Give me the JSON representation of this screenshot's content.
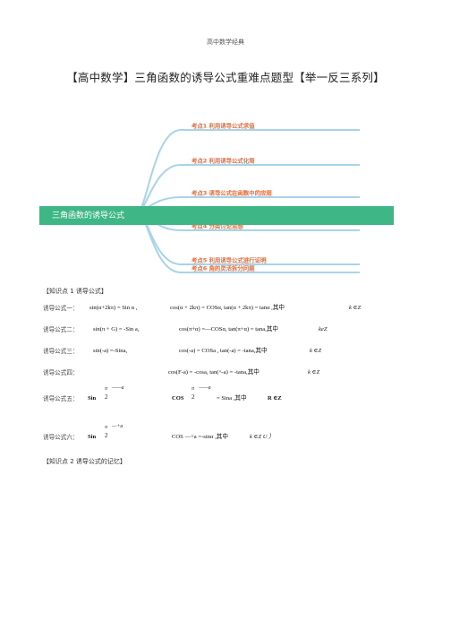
{
  "header": {
    "text": "高中数学经典"
  },
  "title": {
    "text": "【高中数学】三角函数的诱导公式重难点题型【举一反三系列】"
  },
  "mindmap": {
    "root": "三角函数的诱导公式",
    "branch_color": "#a7d4e8",
    "root_color": "#3fb685",
    "label_color": "#e86b3a",
    "branches": [
      "考点1 利用诱导公式求值",
      "考点2 利用诱导公式化简",
      "考点3 诱导公式在函数中的应用",
      "考点4 分类讨论思想",
      "考点5 利用诱导公式进行证明",
      "考点6 角的灵活拆分问题"
    ]
  },
  "section1": {
    "title": "【知识点 1 诱导公式】"
  },
  "formulas": {
    "f1": {
      "label": "诱导公式一：",
      "a": "sin(α+2kπ) = Sin α ,",
      "b": "cos(α + 2kπ) = COSα, tan(α + 2kπ) = tanα ,其中",
      "c": "k ∈Z"
    },
    "f2": {
      "label": "诱导公式二：",
      "a": "sin(π + G) = -Sin a,",
      "b": "cos(π+α) =—COSα, tan(π+α) = tana,其中",
      "c": "keZ"
    },
    "f3": {
      "label": "诱导公式三：",
      "a": "sin(-a) =-Sina,",
      "b": "cos(-a) = COSa , tan(-a) = -tana,其中",
      "c": "k ∈Z"
    },
    "f4": {
      "label": "诱导公式四：",
      "b": "cos(F-a) = -cosa, tan(^-a) = -tana,其中",
      "c": "k ∈Z"
    },
    "f5": {
      "label": "诱导公式五：",
      "sin": "Sin",
      "pi": "π",
      "dash": "——a",
      "two": "2",
      "cos": "COS",
      "pi2": "π",
      "dash2": "——a",
      "two2": "2",
      "rest": "= Sina ,其中",
      "c": "R ∈Z"
    },
    "f6": {
      "label": "诱导公式六：",
      "sin": "Sin",
      "pi": "π",
      "dash": "—+a",
      "two": "2",
      "rest": "COS —+a =-sinα ,其中",
      "c": "k ∈Z U ）"
    }
  },
  "section2": {
    "title": "【知识点 2 诱导公式的记忆】"
  }
}
